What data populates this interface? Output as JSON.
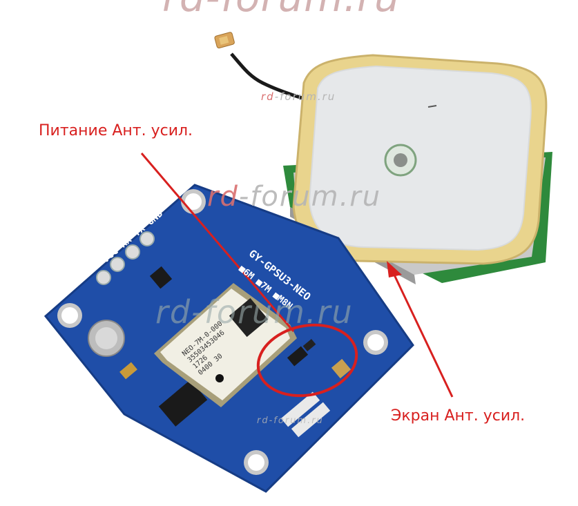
{
  "watermarks": {
    "top": "rd-forum.ru",
    "small1_rd": "rd",
    "small1_rest": "-forum.ru",
    "mid_rd": "rd",
    "mid_rest": "-forum.ru",
    "board": "rd-forum.ru",
    "small2": "rd-forum.ru"
  },
  "labels": {
    "power": "Питание Ант. усил.",
    "shield": "Экран Ант. усил."
  },
  "board": {
    "pins": "VCC RX TX GND",
    "model": "GY-GPSU3-NEO",
    "variants": "■6M ■7M ■M8N",
    "chip_line1": "NEO-7M-0-000",
    "chip_line2": "35503453046",
    "chip_line3": "1726",
    "chip_line4": "0400 30"
  },
  "colors": {
    "label_red": "#d8201f",
    "pcb_blue": "#1f4ea8",
    "antenna_yellow": "#e8d28a"
  }
}
